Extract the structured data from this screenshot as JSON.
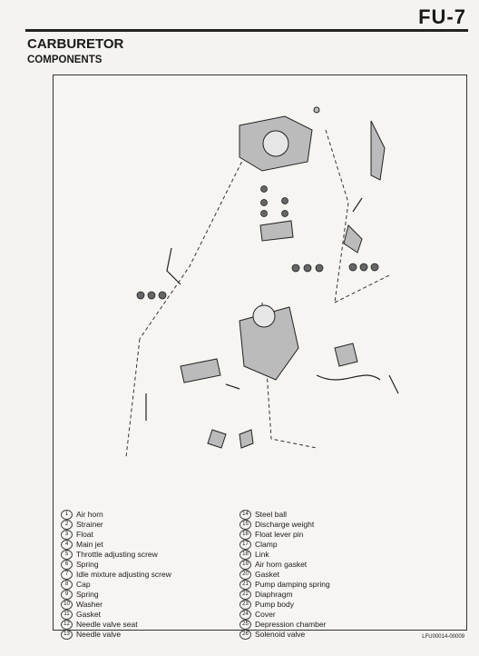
{
  "header": {
    "page_code": "FU-7",
    "title": "CARBURETOR",
    "subtitle": "COMPONENTS"
  },
  "legend_left": [
    {
      "num": "1",
      "label": "Air horn"
    },
    {
      "num": "2",
      "label": "Strainer"
    },
    {
      "num": "3",
      "label": "Float"
    },
    {
      "num": "4",
      "label": "Main jet"
    },
    {
      "num": "5",
      "label": "Throttle adjusting screw"
    },
    {
      "num": "6",
      "label": "Spring"
    },
    {
      "num": "7",
      "label": "Idle mixture adjusting screw"
    },
    {
      "num": "8",
      "label": "Cap"
    },
    {
      "num": "9",
      "label": "Spring"
    },
    {
      "num": "10",
      "label": "Washer"
    },
    {
      "num": "11",
      "label": "Gasket"
    },
    {
      "num": "12",
      "label": "Needle valve seat"
    },
    {
      "num": "13",
      "label": "Needle valve"
    }
  ],
  "legend_right": [
    {
      "num": "14",
      "label": "Steel ball"
    },
    {
      "num": "15",
      "label": "Discharge weight"
    },
    {
      "num": "16",
      "label": "Float lever pin"
    },
    {
      "num": "17",
      "label": "Clamp"
    },
    {
      "num": "18",
      "label": "Link"
    },
    {
      "num": "19",
      "label": "Air horn gasket"
    },
    {
      "num": "20",
      "label": "Gasket"
    },
    {
      "num": "21",
      "label": "Pump damping spring"
    },
    {
      "num": "22",
      "label": "Diaphragm"
    },
    {
      "num": "23",
      "label": "Pump body"
    },
    {
      "num": "24",
      "label": "Cover"
    },
    {
      "num": "25",
      "label": "Depression chamber"
    },
    {
      "num": "26",
      "label": "Solenoid valve"
    }
  ],
  "doc_id": "LFU00014-00009"
}
